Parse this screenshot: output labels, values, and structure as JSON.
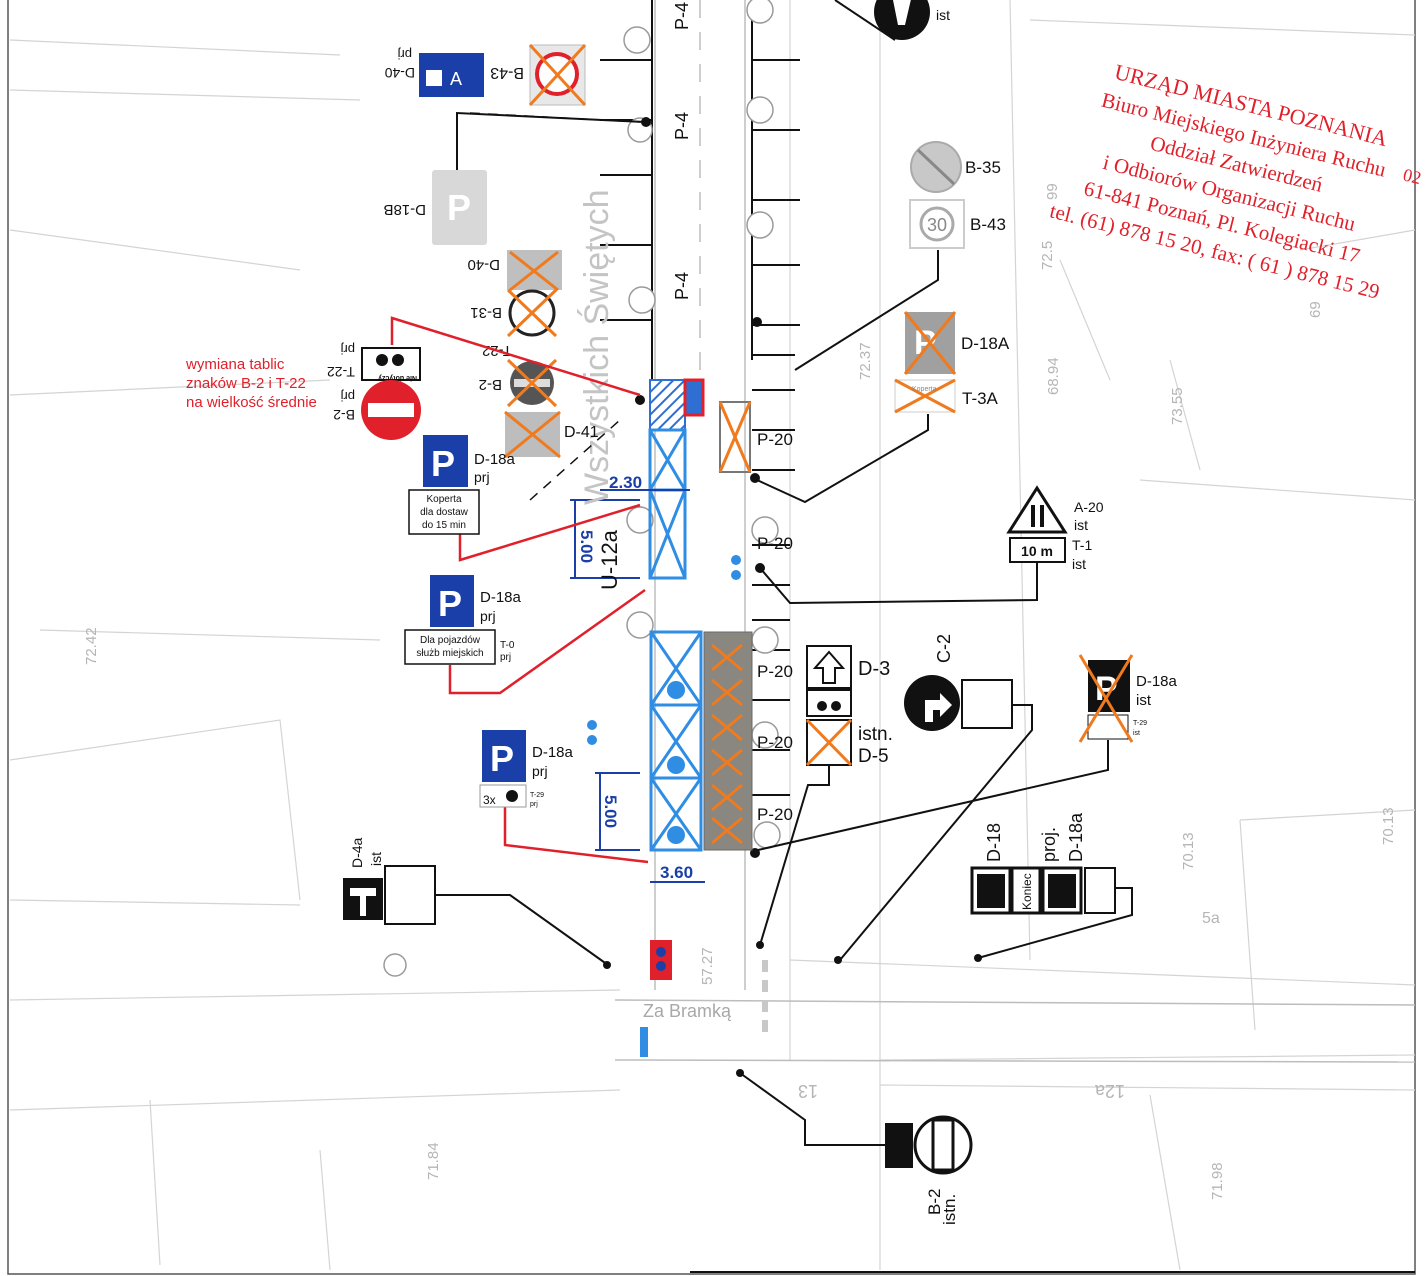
{
  "labels": {
    "sign_b43_top": "B-43",
    "sign_d40_top": "D-40",
    "prj_top": "prj",
    "sign_d18b": "D-18B",
    "sign_d40_mid": "D-40",
    "sign_b31": "B-31",
    "sign_t22_mid": "T-22",
    "sign_b2_mid": "B-2",
    "sign_d41": "D-41",
    "sign_t22_left": "T-22",
    "sign_t22_left_prj": "prj",
    "sign_b2_left": "B-2",
    "sign_b2_left_prj": "prj",
    "ist_top": "ist",
    "p4_a": "P-4",
    "p4_b": "P-4",
    "p4_c": "P-4",
    "sign_b35": "B-35",
    "sign_b43_right": "B-43",
    "b43_value": "30",
    "sign_d18A": "D-18A",
    "sign_t3A": "T-3A",
    "koperta": "Koperta",
    "p20_a": "P-20",
    "p20_b": "P-20",
    "p20_c": "P-20",
    "p20_d": "P-20",
    "p20_e": "P-20",
    "sign_a20": "A-20",
    "a20_ist": "ist",
    "sign_t1": "T-1",
    "t1_ist": "ist",
    "t1_value": "10 m",
    "sign_d3": "D-3",
    "sign_d5_a": "istn.",
    "sign_d5_b": "D-5",
    "sign_c2": "C-2",
    "sign_d18a_right": "D-18a",
    "d18a_right_ist": "ist",
    "t29_small": "T-29",
    "t29_ist": "ist",
    "sign_d18_rot": "D-18",
    "proj_rot": "proj.",
    "sign_d18a_rot": "D-18a",
    "koniec": "Koniec",
    "sign_d4a": "D-4a",
    "d4a_ist": "ist",
    "sign_b2_bottom_a": "istn.",
    "sign_b2_bottom_b": "B-2",
    "nie_dotyczy": "Nie dotyczy",
    "za_bramka": "Za Bramką",
    "street": "Wszystkich Świętych",
    "u12a": "U-12a",
    "dim_230": "2.30",
    "dim_500a": "5.00",
    "dim_500b": "5.00",
    "dim_360": "3.60",
    "red_note_1": "wymiana tablic",
    "red_note_2": "znaków B-2 i T-22",
    "red_note_3": "na wielkość średnie",
    "d18a_1": "D-18a",
    "d18a_1_prj": "prj",
    "plate_1_line1": "Koperta",
    "plate_1_line2": "dla dostaw",
    "plate_1_line3": "do 15 min",
    "d18a_2": "D-18a",
    "d18a_2_prj": "prj",
    "plate_2_line1": "Dla pojazdów",
    "plate_2_line2": "służb miejskich",
    "t0": "T-0",
    "t0_prj": "prj",
    "d18a_3": "D-18a",
    "d18a_3_prj": "prj",
    "t29_label": "T-29",
    "t29_prj": "prj",
    "count_3x": "3x",
    "elev_7242": "72.42",
    "elev_7184": "71.84",
    "elev_7198": "71.98",
    "elev_7013a": "70.13",
    "elev_7013b": "70.13",
    "elev_7237": "72.37",
    "elev_6894": "68.94",
    "elev_7355": "73.55",
    "elev_5727": "57.27",
    "house_5a": "5a",
    "house_13": "13",
    "house_12a": "12a",
    "frag_99": "99",
    "frag_72": "72.5",
    "frag_69": "69",
    "frag_02": "02"
  },
  "stamp": {
    "line1": "URZĄD MIASTA POZNANIA",
    "line2": "Biuro Miejskiego Inżyniera Ruchu",
    "line3": "Oddział Zatwierdzeń",
    "line4": "i Odbiorów Organizacji Ruchu",
    "line5": "61-841 Poznań, Pl. Kolegiacki 17",
    "line6": "tel. (61) 878 15 20, fax: ( 61 ) 878 15 29"
  },
  "colors": {
    "sign_blue": "#1a3fa8",
    "sign_red": "#e0202a",
    "stall_blue": "#2f8de4",
    "stall_grey": "#8a8680",
    "cross_orange": "#f07a1e",
    "leader_red": "#e0202a"
  }
}
